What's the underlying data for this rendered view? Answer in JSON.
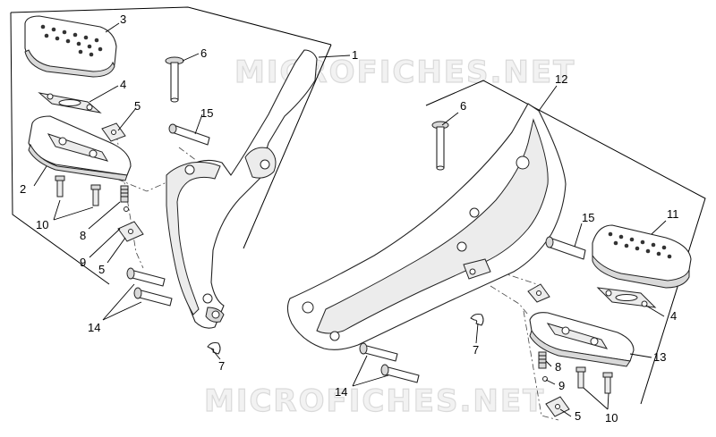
{
  "watermark": "MICROFICHES.NET",
  "callouts": [
    "3",
    "6",
    "1",
    "4",
    "5",
    "15",
    "2",
    "10",
    "8",
    "9",
    "5",
    "14",
    "7",
    "12",
    "6",
    "15",
    "11",
    "4",
    "7",
    "13",
    "8",
    "9",
    "14",
    "5",
    "10"
  ]
}
